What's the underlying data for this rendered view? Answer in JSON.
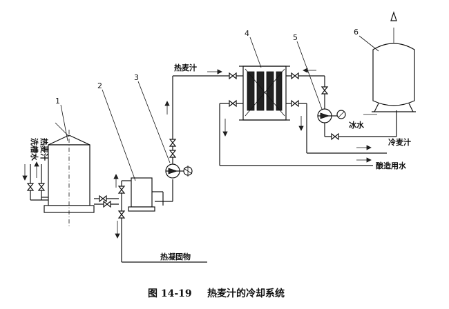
{
  "components": {
    "n1": "1",
    "n2": "2",
    "n3": "3",
    "n4": "4",
    "n5": "5",
    "n6": "6"
  },
  "labels": {
    "wash_water": "洗槽水",
    "hot_wort_in": "热麦汁",
    "hot_wort_pipe": "热麦汁",
    "ice_water": "冰水",
    "cold_wort": "冷麦汁",
    "brewing_water": "酿造用水",
    "hot_trub": "热凝固物"
  },
  "caption": {
    "figure_no": "图 14-19",
    "title": "热麦汁的冷却系统"
  }
}
